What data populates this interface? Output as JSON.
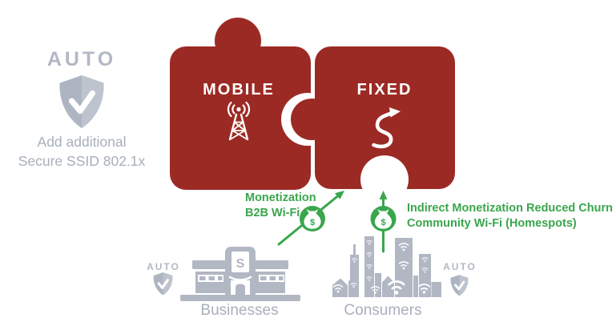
{
  "colors": {
    "brand_red": "#9C2A24",
    "accent_green": "#39A64C",
    "gray_icon": "#B1B7C3",
    "gray_text": "#A7AEBA",
    "label_white": "#FFFFFF"
  },
  "security_callout": {
    "auto_label": "AUTO",
    "icon": "shield-check-icon",
    "caption": [
      "Add additional",
      "Secure SSID 802.1x"
    ]
  },
  "puzzle": {
    "mobile": {
      "label": "MOBILE",
      "icon": "radio-tower-icon"
    },
    "fixed": {
      "label": "FIXED",
      "icon": "fixed-line-arrow-icon"
    }
  },
  "monetization_b2b": {
    "lines": [
      "Monetization",
      "B2B Wi-Fi"
    ],
    "icon": "money-bag-icon",
    "currency_symbol": "$"
  },
  "monetization_community": {
    "lines": [
      "Indirect Monetization Reduced Churn",
      "Community Wi-Fi (Homespots)"
    ],
    "icon": "money-bag-icon",
    "currency_symbol": "$"
  },
  "segments": {
    "businesses": {
      "label": "Businesses",
      "icon": "storefront-icon",
      "sign_letter": "S",
      "auto_label": "AUTO",
      "shield_icon": "shield-check-icon"
    },
    "consumers": {
      "label": "Consumers",
      "icon": "city-skyline-icon",
      "auto_label": "AUTO",
      "shield_icon": "shield-check-icon"
    }
  }
}
